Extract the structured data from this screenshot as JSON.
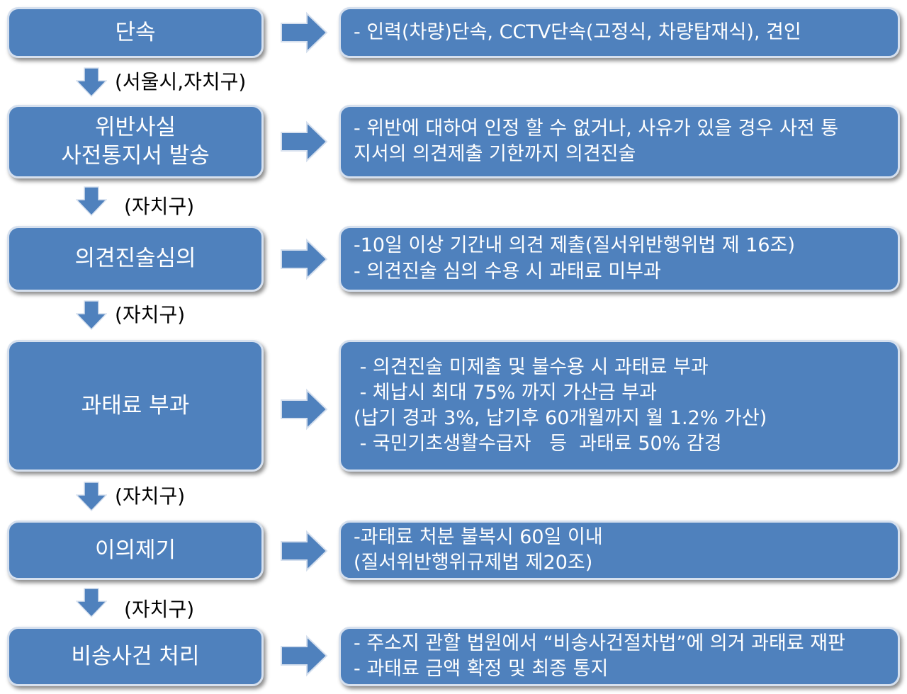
{
  "steps": [
    {
      "title": "단속",
      "details": [
        "- 인력(차량)단속, CCTV단속(고정식, 차량탑재식), 견인"
      ]
    },
    {
      "title": "위반사실\n사전통지서 발송",
      "details": [
        "- 위반에 대하여 인정 할 수 없거나, 사유가 있을 경우 사전 통",
        "지서의 의견제출 기한까지 의견진술"
      ]
    },
    {
      "title": "의견진술심의",
      "details": [
        "-10일 이상 기간내 의견 제출(질서위반행위법 제 16조)",
        "- 의견진술 심의 수용 시 과태료 미부과"
      ]
    },
    {
      "title": "과태료 부과",
      "details": [
        " - 의견진술 미제출 및 불수용 시 과태료 부과",
        " - 체납시 최대 75% 까지 가산금 부과",
        "(납기 경과 3%, 납기후 60개월까지 월 1.2% 가산)",
        " - 국민기초생활수급자   등  과태료 50% 감경"
      ]
    },
    {
      "title": "이의제기",
      "details": [
        "-과태료 처분 불복시 60일 이내",
        "(질서위반행위규제법 제20조)"
      ]
    },
    {
      "title": "비송사건 처리",
      "details": [
        "- 주소지 관할 법원에서 “비송사건절차법”에 의거 과태료 재판",
        "- 과태료 금액 확정 및 최종 통지"
      ]
    }
  ],
  "transitions": [
    "(서울시,자치구)",
    "(자치구)",
    "(자치구)",
    "(자치구)",
    "(자치구)"
  ],
  "colors": {
    "box": "#4f81bd",
    "border": "#d6e0ee",
    "arrow": "#4f81bd",
    "text": "#ffffff"
  }
}
